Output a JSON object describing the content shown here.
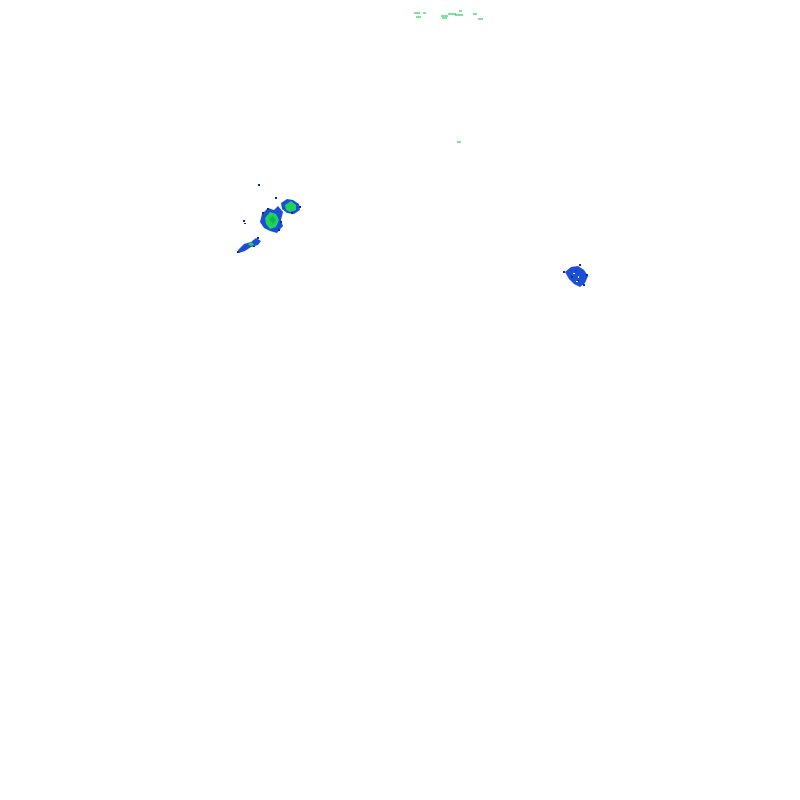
{
  "map": {
    "type": "radar-reflectivity-overlay",
    "background": "#ffffff",
    "palette": {
      "light": "#1a4fd6",
      "dark": "#0a2a9a",
      "moderate": "#22d15a",
      "strong": "#10b84a"
    },
    "echo_cells": [
      {
        "name": "echo-cell-north-streaks",
        "intensity": "moderate"
      },
      {
        "name": "echo-cell-speck",
        "intensity": "moderate"
      },
      {
        "name": "echo-cell-west-cluster",
        "intensity": "strong"
      },
      {
        "name": "echo-cell-west-tail",
        "intensity": "light"
      },
      {
        "name": "echo-cell-east",
        "intensity": "light"
      }
    ]
  }
}
